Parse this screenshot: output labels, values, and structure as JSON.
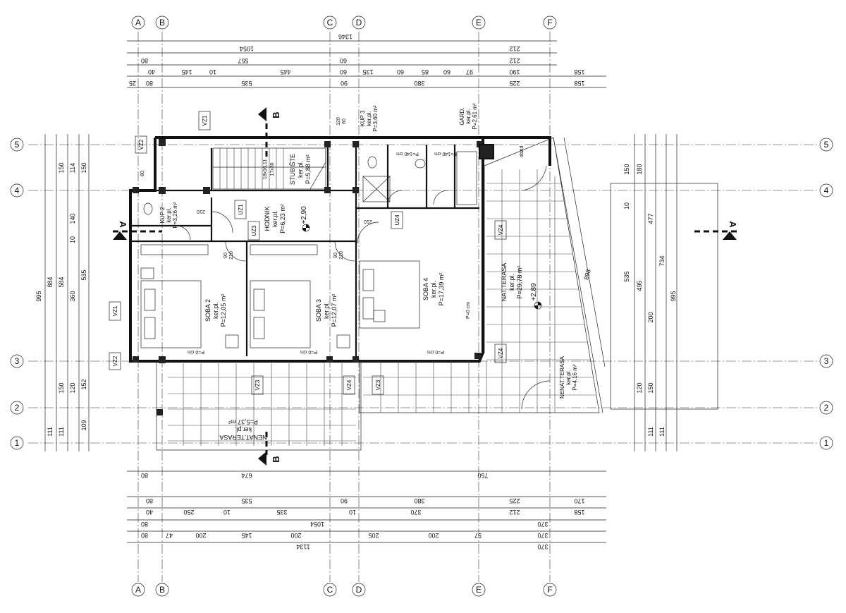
{
  "axes": {
    "letters": [
      "A",
      "B",
      "C",
      "D",
      "E",
      "F"
    ],
    "numbers": [
      "5",
      "4",
      "3",
      "2",
      "1"
    ]
  },
  "rooms": {
    "soba2": {
      "name": "SOBA 2",
      "floor": "ker.pl.",
      "area": "P=12,05 m²"
    },
    "soba3": {
      "name": "SOBA 3",
      "floor": "ker.pl.",
      "area": "P=12,07 m²"
    },
    "soba4": {
      "name": "SOBA 4",
      "floor": "ker.pl.",
      "area": "P=17,39 m²"
    },
    "hodnik": {
      "name": "HODNIK",
      "floor": "ker.pl.",
      "area": "P=6,23 m²"
    },
    "stubiste": {
      "name": "STUBIŠTE",
      "floor": "ker.pl.",
      "area": "P=5,88 m²"
    },
    "kup2": {
      "name": "KUP 2",
      "floor": "ker.pl.",
      "area": "P=3,26 m²"
    },
    "kup3": {
      "name": "KUP 3",
      "floor": "ker.pl.",
      "area": "P=3,60 m²"
    },
    "gard": {
      "name": "GARD.",
      "floor": "ker.pl.",
      "area": "P=2,61 m²"
    },
    "terasa_east": {
      "name": "NAT.TERASA",
      "floor": "ker.pl.",
      "area": "P=29,78 m²"
    },
    "terasa_south": {
      "name": "NENAT.TERASA",
      "floor": "ker.pl.",
      "area": "P=5,37 m²"
    },
    "terasa_corner": {
      "name": "NENAT.TERASA",
      "floor": "ker.pl.",
      "area": "P=4,16 m²"
    }
  },
  "levels": {
    "hall": "+2,90",
    "terrace": "+2,89"
  },
  "section_marks": {
    "a": "A",
    "b": "B"
  },
  "window_tags": {
    "vz1": "VZ1",
    "vz2": "VZ2",
    "vz3": "VZ3",
    "vz4": "VZ4",
    "uz1": "UZ1",
    "uz3": "UZ3",
    "uz4": "UZ4"
  },
  "dims_top": {
    "r1": [
      "1346"
    ],
    "r2": [
      "1054",
      "212"
    ],
    "r3": [
      "80",
      "557",
      "60",
      "212"
    ],
    "r4": [
      "40",
      "145",
      "10",
      "445",
      "60",
      "135",
      "60",
      "85",
      "60",
      "97",
      "190",
      "158"
    ],
    "r5": [
      "25",
      "80",
      "535",
      "90",
      "380",
      "225",
      "158"
    ]
  },
  "dims_bottom": {
    "r1": [
      "80",
      "674",
      "750"
    ],
    "r2": [
      "80",
      "535",
      "90",
      "380",
      "225",
      "170"
    ],
    "r3": [
      "40",
      "250",
      "10",
      "335",
      "10",
      "370",
      "212",
      "158"
    ],
    "r4": [
      "80",
      "1054",
      "370"
    ],
    "r5": [
      "80",
      "47",
      "200",
      "145",
      "200",
      "205",
      "200",
      "57",
      "370"
    ],
    "r6": [
      "1134",
      "370"
    ]
  },
  "dims_left": {
    "outer": [
      "995"
    ],
    "mid": [
      "884",
      "584"
    ],
    "inner": [
      "150",
      "140",
      "360",
      "150",
      "111"
    ],
    "inner2": [
      "114",
      "535",
      "120",
      "111"
    ],
    "inner3": [
      "150",
      "10",
      "152",
      "109"
    ]
  },
  "dims_right": {
    "outer": [
      "995"
    ],
    "mid": [
      "734",
      "477"
    ],
    "inner": [
      "150",
      "10",
      "535",
      "200",
      "150",
      "111"
    ],
    "inner2": [
      "180",
      "495",
      "120",
      "111"
    ],
    "diag": "898"
  },
  "door_labels": {
    "d1": "80",
    "d2": "210",
    "d3": "90",
    "d4": "210",
    "d5": "120",
    "d6": "60"
  },
  "misc": {
    "stair": "17x30",
    "stair2": "18x16,11",
    "p0": "P=0 cm",
    "p140": "P=140 cm",
    "obzid": "obzid"
  }
}
